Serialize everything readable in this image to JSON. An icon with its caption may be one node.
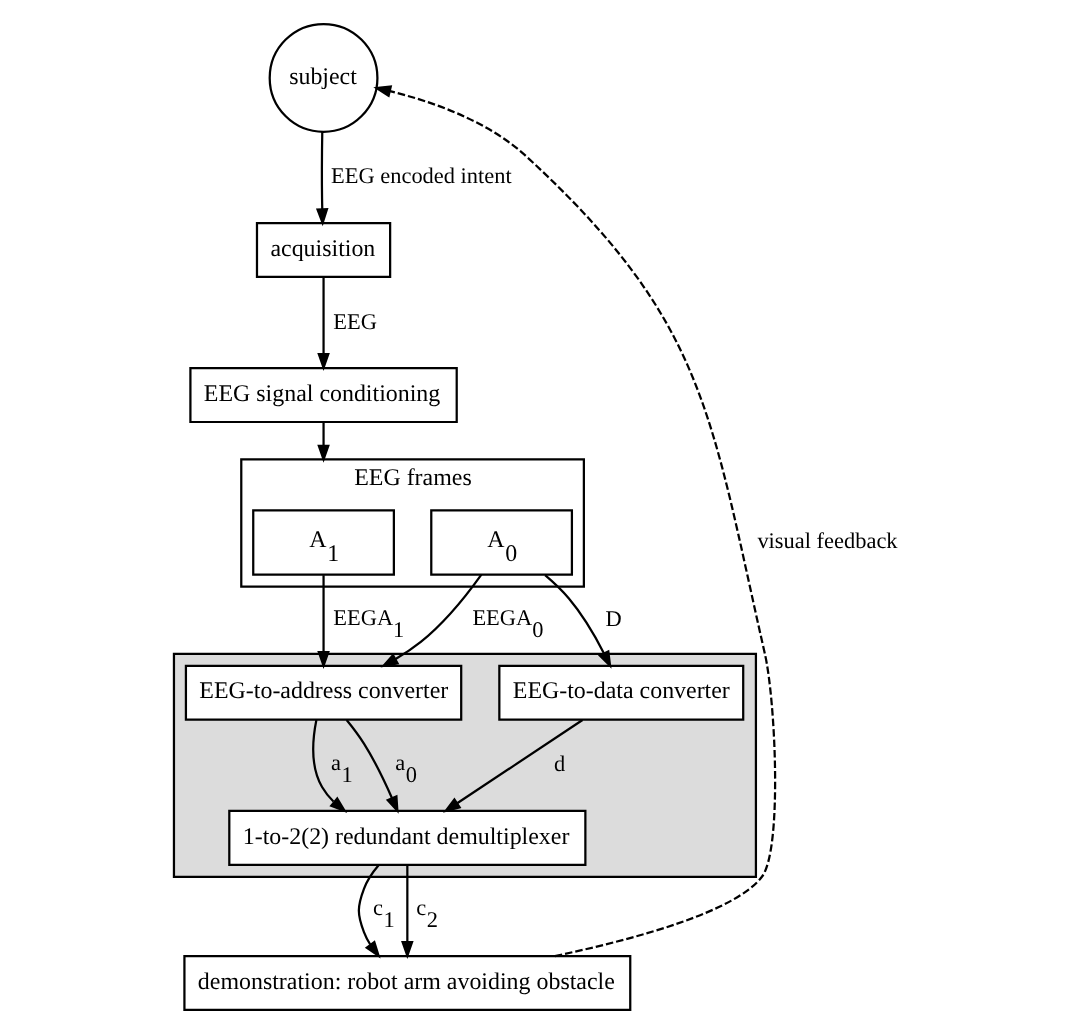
{
  "diagram": {
    "nodes": [
      {
        "text": [
          "subject"
        ]
      },
      {
        "text": [
          "acquisition"
        ]
      },
      {
        "text": [
          "EEG signal conditioning"
        ]
      },
      {
        "text": [
          "EEG frames"
        ]
      },
      {
        "text": [
          "A$_{1}$"
        ],
        "in": 3
      },
      {
        "text": [
          "A$_{0}$"
        ],
        "in": 3
      },
      {
        "text": [],
        "shape": "box"
      },
      {
        "text": [
          "EEG-to-address converter"
        ],
        "in": 6
      },
      {
        "text": [
          "EEG-to-data converter"
        ],
        "in": 6
      },
      {
        "text": [
          "1-to-2(2) redundant demultiplexer"
        ],
        "in": 6
      },
      {
        "text": [
          "demonstration: robot arm avoiding obstacle"
        ]
      }
    ],
    "edges": [
      {
        "from": 0,
        "to": 1,
        "arrow": "to",
        "label": "EEG encoded intent"
      },
      {
        "from": 1,
        "to": 2,
        "arrow": "to",
        "label": "EEG"
      },
      {
        "from": 2,
        "to": 3,
        "arrow": "to"
      },
      {
        "from": 4,
        "to": 7,
        "arrow": "to",
        "label": "EEGA$_{1}$"
      },
      {
        "from": 5,
        "to": 7,
        "arrow": "to",
        "label": "EEGA$_{0}$"
      },
      {
        "from": 5,
        "to": 8,
        "arrow": "to",
        "label": "D"
      },
      {
        "from": 7,
        "to": 9,
        "arrow": "to",
        "label": "a$_{1}$"
      },
      {
        "from": 7,
        "to": 9,
        "arrow": "to",
        "label": "a$_{0}$"
      },
      {
        "from": 8,
        "to": 9,
        "arrow": "to",
        "label": "d"
      },
      {
        "from": 9,
        "to": 10,
        "arrow": "to",
        "label": "c$_{1}$"
      },
      {
        "from": 9,
        "to": 10,
        "arrow": "to",
        "label": "c$_{2}$"
      },
      {
        "from": 10,
        "to": 0,
        "arrow": "to",
        "style": "dashed",
        "label": "visual feedback"
      }
    ]
  }
}
